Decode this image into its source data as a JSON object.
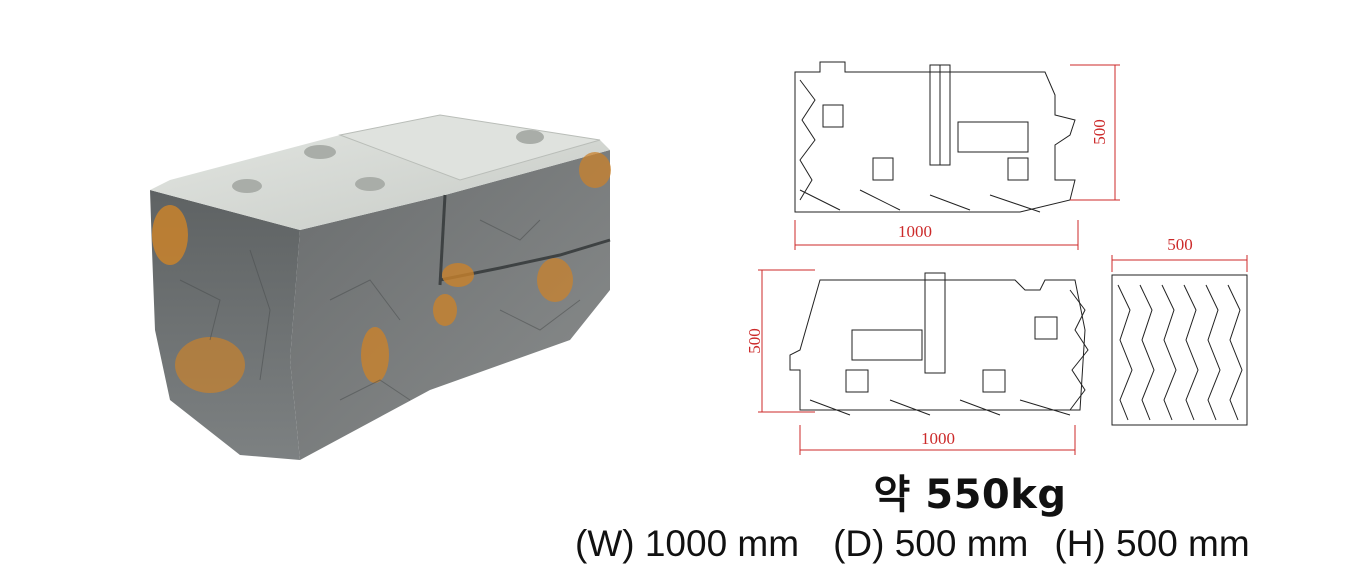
{
  "product_photo": {
    "icon": "concrete-block-photo"
  },
  "drawings": {
    "top_view": {
      "width_label": "1000",
      "height_label": "500"
    },
    "front_view": {
      "width_label": "1000",
      "height_label": "500"
    },
    "side_view": {
      "width_label": "500"
    }
  },
  "weight": "약 550kg",
  "specs": {
    "width": "(W) 1000 mm",
    "depth": "(D) 500 mm",
    "height": "(H) 500 mm"
  },
  "colors": {
    "dimension_text": "#cc2a2a",
    "stone_gray": "#6b6f70",
    "stone_top": "#d9dcd8",
    "stone_rust": "#c9822c",
    "text": "#111111"
  }
}
